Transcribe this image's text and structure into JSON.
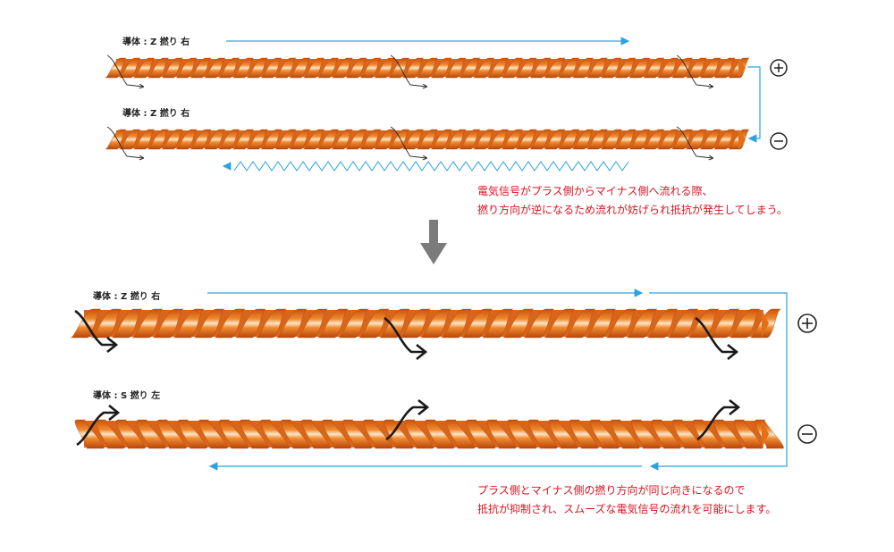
{
  "top_section": {
    "wire1_label": "導体 : Z 撚り 右",
    "wire2_label": "導体 : Z 撚り 右",
    "plus_symbol": "⊕",
    "minus_symbol": "⊖",
    "note_line1": "電気信号がプラス側からマイナス側へ流れる際、",
    "note_line2": "撚り方向が逆になるため流れが妨げられ抵抗が発生してしまう。"
  },
  "bottom_section": {
    "wire1_label": "導体 : Z 撚り 右",
    "wire2_label": "導体 : S 撚り 左",
    "plus_symbol": "⊕",
    "minus_symbol": "⊖",
    "note_line1": "プラス側とマイナス側の撚り方向が同じ向きになるので",
    "note_line2": "抵抗が抑制され、スムーズな電気信号の流れを可能にします。"
  },
  "colors": {
    "wire_dark": "#c9510a",
    "wire_mid": "#ee7a1e",
    "wire_light": "#fde6c8",
    "flow_arrow": "#2ba3e0",
    "note_text": "#d8131f",
    "down_arrow": "#7b7b7b"
  }
}
